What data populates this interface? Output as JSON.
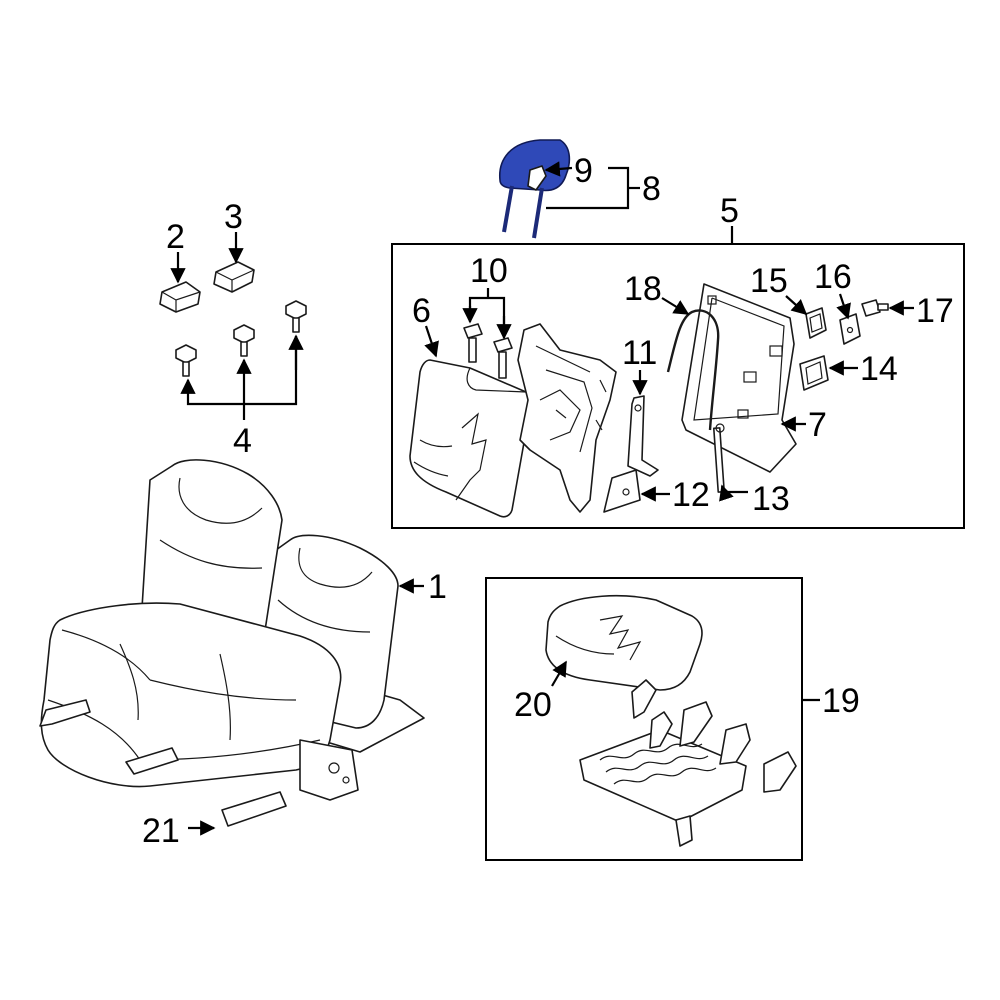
{
  "colors": {
    "highlight": "#2f49b8",
    "line": "#000000",
    "background": "#ffffff"
  },
  "callouts": {
    "c1": "1",
    "c2": "2",
    "c3": "3",
    "c4": "4",
    "c5": "5",
    "c6": "6",
    "c7": "7",
    "c8": "8",
    "c9": "9",
    "c10": "10",
    "c11": "11",
    "c12": "12",
    "c13": "13",
    "c14": "14",
    "c15": "15",
    "c16": "16",
    "c17": "17",
    "c18": "18",
    "c19": "19",
    "c20": "20",
    "c21": "21"
  }
}
